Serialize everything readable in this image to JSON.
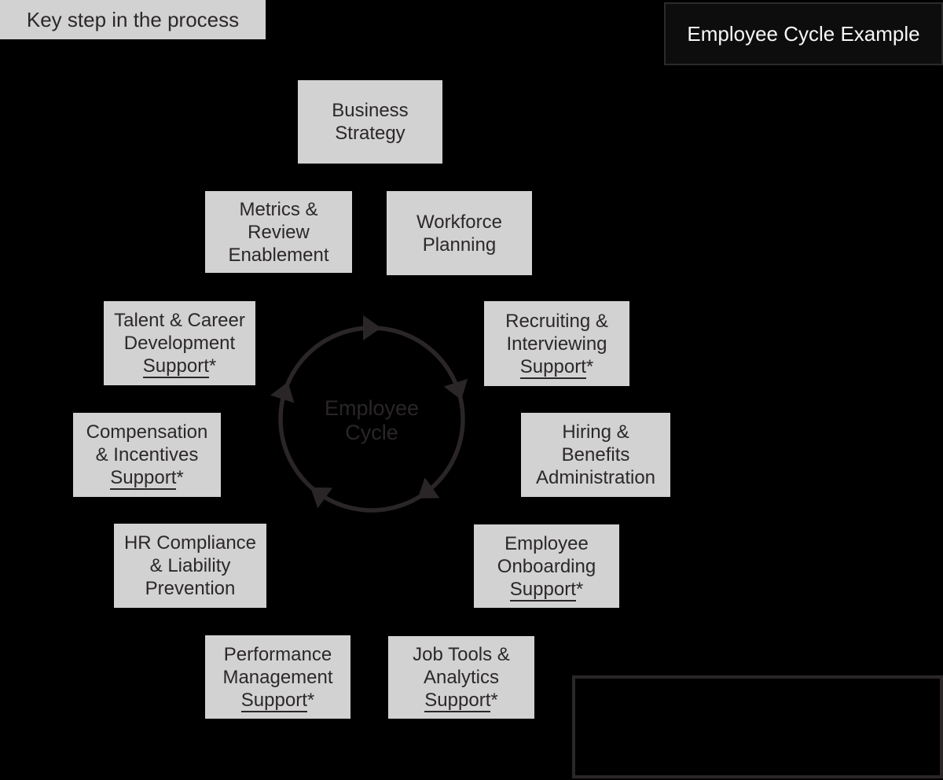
{
  "colors": {
    "background": "#000000",
    "box_fill": "#d2d2d3",
    "box_text": "#2c282a",
    "title_plate_fill": "#0d0d0d",
    "title_plate_border": "#2b2b2b",
    "title_text": "#f7f7f7",
    "faint_stroke": "#2a2627"
  },
  "legend": {
    "key_step_label": "Key step in the process"
  },
  "title": {
    "text": "Employee Cycle Example"
  },
  "center": {
    "line1": "Employee",
    "line2": "Cycle"
  },
  "boxes": {
    "business_strategy": {
      "lines": [
        "Business",
        "Strategy"
      ]
    },
    "metrics_review": {
      "lines": [
        "Metrics &",
        "Review",
        "Enablement"
      ]
    },
    "workforce_planning": {
      "lines": [
        "Workforce",
        "Planning"
      ]
    },
    "talent_career": {
      "lines": [
        "Talent & Career",
        "Development"
      ],
      "support_word": "Support",
      "asterisk": "*"
    },
    "recruiting_interviewing": {
      "lines": [
        "Recruiting &",
        "Interviewing"
      ],
      "support_word": "Support",
      "asterisk": "*"
    },
    "compensation_incentives": {
      "lines": [
        "Compensation",
        "& Incentives"
      ],
      "support_word": "Support",
      "asterisk": "*"
    },
    "hiring_benefits": {
      "lines": [
        "Hiring &",
        "Benefits",
        "Administration"
      ]
    },
    "hr_compliance": {
      "lines": [
        "HR Compliance",
        "& Liability",
        "Prevention"
      ]
    },
    "employee_onboarding": {
      "lines": [
        "Employee",
        "Onboarding"
      ],
      "support_word": "Support",
      "asterisk": "*"
    },
    "performance_management": {
      "lines": [
        "Performance",
        "Management"
      ],
      "support_word": "Support",
      "asterisk": "*"
    },
    "job_tools_analytics": {
      "lines": [
        "Job Tools &",
        "Analytics"
      ],
      "support_word": "Support",
      "asterisk": "*"
    }
  }
}
